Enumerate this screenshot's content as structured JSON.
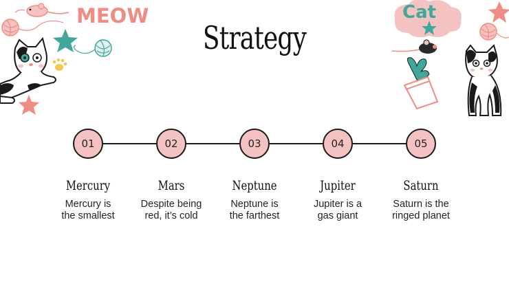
{
  "slide": {
    "title": "Strategy",
    "decor_left_word": "MEOW",
    "decor_right_word": "Cat",
    "steps": [
      {
        "number": "01",
        "title": "Mercury",
        "desc_line1": "Mercury is",
        "desc_line2": "the smallest"
      },
      {
        "number": "02",
        "title": "Mars",
        "desc_line1": "Despite being",
        "desc_line2": "red, it’s cold"
      },
      {
        "number": "03",
        "title": "Neptune",
        "desc_line1": "Neptune is",
        "desc_line2": "the farthest"
      },
      {
        "number": "04",
        "title": "Jupiter",
        "desc_line1": "Jupiter is a",
        "desc_line2": "gas giant"
      },
      {
        "number": "05",
        "title": "Saturn",
        "desc_line1": "Saturn is the",
        "desc_line2": "ringed planet"
      }
    ]
  },
  "colors": {
    "pink": "#f4c3c1",
    "coral": "#f08c84",
    "teal": "#3fa89a",
    "ink": "#1a1a1a"
  },
  "icons": [
    "cat-illustration-icon",
    "yarn-ball-icon",
    "star-icon",
    "mouse-icon",
    "paw-print-icon",
    "potted-plant-icon",
    "cloud-icon"
  ]
}
